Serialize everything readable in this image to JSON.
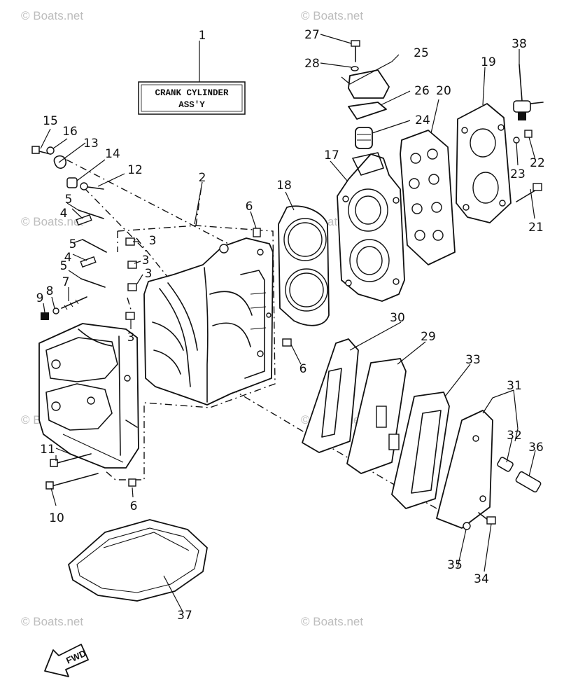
{
  "watermark": "© Boats.net",
  "title_box": {
    "line1": "CRANK CYLINDER",
    "line2": "ASS'Y"
  },
  "fwd_label": "FWD",
  "callouts": {
    "c1": "1",
    "c2": "2",
    "c3a": "3",
    "c3b": "3",
    "c3c": "3",
    "c3d": "3",
    "c4a": "4",
    "c4b": "4",
    "c5a": "5",
    "c5b": "5",
    "c5c": "5",
    "c6a": "6",
    "c6b": "6",
    "c6c": "6",
    "c7": "7",
    "c8": "8",
    "c9": "9",
    "c10": "10",
    "c11": "11",
    "c12": "12",
    "c13": "13",
    "c14": "14",
    "c15": "15",
    "c16": "16",
    "c17": "17",
    "c18": "18",
    "c19": "19",
    "c20": "20",
    "c21": "21",
    "c22": "22",
    "c23": "23",
    "c24": "24",
    "c25": "25",
    "c26": "26",
    "c27": "27",
    "c28": "28",
    "c29": "29",
    "c30": "30",
    "c31": "31",
    "c32": "32",
    "c33": "33",
    "c34": "34",
    "c35": "35",
    "c36": "36",
    "c37": "37",
    "c38": "38"
  }
}
